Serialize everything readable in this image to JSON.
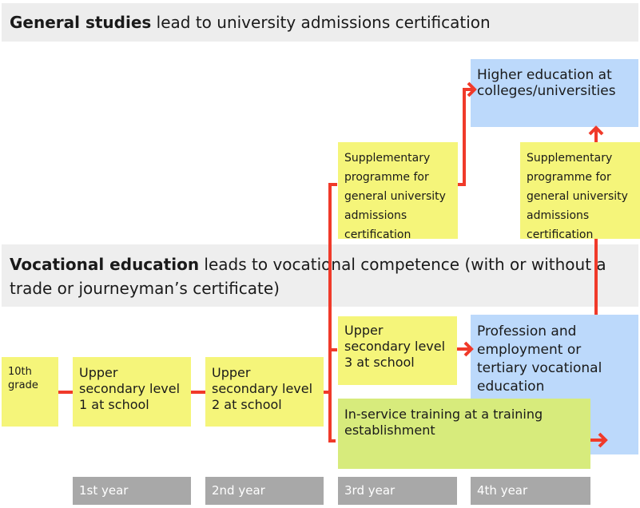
{
  "general": {
    "bold": "General studies",
    "rest": " lead to university admissions certification"
  },
  "vocational": {
    "bold": "Vocational education",
    "rest": " leads to vocational competence (with or without a trade or journeyman’s certificate)"
  },
  "boxes": {
    "grade10": "10th grade",
    "usl1": "Upper secondary level 1 at school",
    "usl2": "Upper secondary level 2 at school",
    "supp1": "Supplementary programme for general university admissions certification",
    "usl3": "Upper secondary level 3 at school",
    "inservice": "In-service training at a training establishment",
    "higher": "Higher education at colleges/universities",
    "supp2": "Supplementary programme for general university admissions certification",
    "profession": "Profession and employment or tertiary vocational education"
  },
  "years": [
    "1st year",
    "2nd year",
    "3rd year",
    "4th year"
  ],
  "colors": {
    "arrow": "#f03a2a",
    "yellow": "#f5f57a",
    "blue": "#bcd9fb",
    "green": "#d7eb7c",
    "year": "#a8a8a8"
  }
}
